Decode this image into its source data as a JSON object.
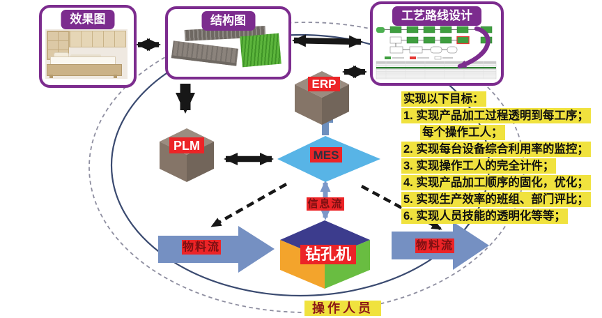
{
  "boxes": {
    "effect": {
      "title": "效果图"
    },
    "structure": {
      "title": "结构图"
    },
    "route": {
      "title": "工艺路线设计"
    }
  },
  "systems": {
    "erp": "ERP",
    "plm": "PLM",
    "mes": "MES"
  },
  "flows": {
    "info": "信息流",
    "material_left": "物料流",
    "material_right": "物料流"
  },
  "machine": {
    "label": "钻孔机"
  },
  "operator": {
    "label": "操作人员"
  },
  "goals": {
    "title": "实现以下目标：",
    "lines": [
      "1. 实现产品加工过程透明到每工序；",
      "每个操作工人；",
      "2. 实现每台设备综合利用率的监控；",
      "3. 实现操作工人的完全计件；",
      "4. 实现产品加工顺序的固化，优化；",
      "5. 实现生产效率的班组、部门评比；",
      "6. 实现人员技能的透明化等等；"
    ]
  },
  "colors": {
    "box_border_purple": "#7c2c8e",
    "label_red": "#ec2427",
    "highlight_yellow": "#f0e23e",
    "mes_blue": "#58b4e6",
    "flow_blue": "#7590c2",
    "cube_gray_top": "#9b8c80",
    "machine_top_blue": "#3c3c8d",
    "machine_left_orange": "#f3a42c",
    "machine_right_green": "#69bd41"
  }
}
